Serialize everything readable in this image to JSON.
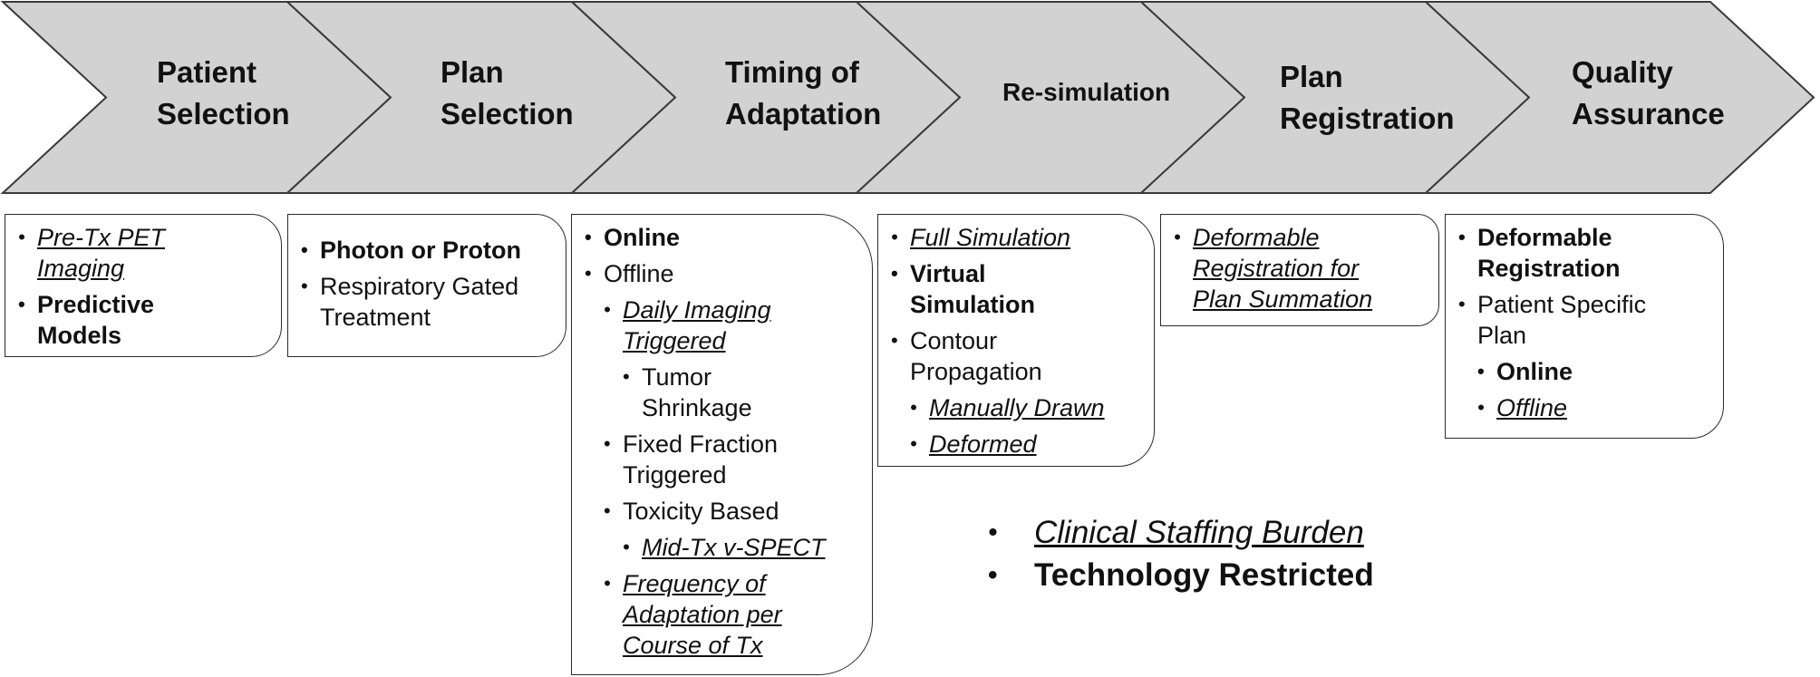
{
  "stages": [
    {
      "title": [
        "Patient",
        "Selection"
      ]
    },
    {
      "title": [
        "Plan",
        "Selection"
      ]
    },
    {
      "title": [
        "Timing of",
        "Adaptation"
      ]
    },
    {
      "title": [
        "Re-simulation"
      ]
    },
    {
      "title": [
        "Plan",
        "Registration"
      ]
    },
    {
      "title": [
        "Quality",
        "Assurance"
      ]
    }
  ],
  "boxes": [
    {
      "items": [
        {
          "lines": [
            "Pre-Tx PET",
            "Imaging"
          ],
          "style": "italic-underline",
          "level": 0
        },
        {
          "lines": [
            "Predictive",
            "Models"
          ],
          "style": "bold",
          "level": 0
        }
      ]
    },
    {
      "items": [
        {
          "lines": [
            "Photon or Proton"
          ],
          "style": "bold",
          "level": 0
        },
        {
          "lines": [
            "Respiratory Gated",
            "Treatment"
          ],
          "style": "plain",
          "level": 0
        }
      ]
    },
    {
      "items": [
        {
          "lines": [
            "Online"
          ],
          "style": "bold",
          "level": 0
        },
        {
          "lines": [
            "Offline"
          ],
          "style": "plain",
          "level": 0
        },
        {
          "lines": [
            "Daily Imaging",
            "Triggered"
          ],
          "style": "italic-underline",
          "level": 1
        },
        {
          "lines": [
            "Tumor",
            "Shrinkage"
          ],
          "style": "plain",
          "level": 2
        },
        {
          "lines": [
            "Fixed Fraction",
            "Triggered"
          ],
          "style": "plain",
          "level": 1
        },
        {
          "lines": [
            "Toxicity Based"
          ],
          "style": "plain",
          "level": 1
        },
        {
          "lines": [
            "Mid-Tx v-SPECT"
          ],
          "style": "italic-underline",
          "level": 2
        },
        {
          "lines": [
            "Frequency of",
            "Adaptation per",
            "Course of Tx"
          ],
          "style": "italic-underline",
          "level": 1
        }
      ]
    },
    {
      "items": [
        {
          "lines": [
            "Full Simulation"
          ],
          "style": "italic-underline",
          "level": 0
        },
        {
          "lines": [
            "Virtual",
            "Simulation"
          ],
          "style": "bold",
          "level": 0
        },
        {
          "lines": [
            "Contour",
            "Propagation"
          ],
          "style": "plain",
          "level": 0
        },
        {
          "lines": [
            "Manually Drawn"
          ],
          "style": "italic-underline",
          "level": 1
        },
        {
          "lines": [
            "Deformed"
          ],
          "style": "italic-underline",
          "level": 1
        }
      ]
    },
    {
      "items": [
        {
          "lines": [
            "Deformable",
            "Registration for",
            "Plan Summation"
          ],
          "style": "italic-underline",
          "level": 0
        }
      ]
    },
    {
      "items": [
        {
          "lines": [
            "Deformable",
            "Registration"
          ],
          "style": "bold",
          "level": 0
        },
        {
          "lines": [
            "Patient Specific",
            "Plan"
          ],
          "style": "plain",
          "level": 0
        },
        {
          "lines": [
            "Online"
          ],
          "style": "bold",
          "level": 1
        },
        {
          "lines": [
            "Offline"
          ],
          "style": "italic-underline",
          "level": 1
        }
      ]
    }
  ],
  "legend": [
    {
      "label": "Clinical Staffing Burden",
      "style": "italic-underline"
    },
    {
      "label": "Technology Restricted",
      "style": "bold"
    }
  ],
  "colors": {
    "chevron_fill": "#d2d2d2",
    "chevron_stroke": "#3a3a3a",
    "text": "#111111"
  }
}
